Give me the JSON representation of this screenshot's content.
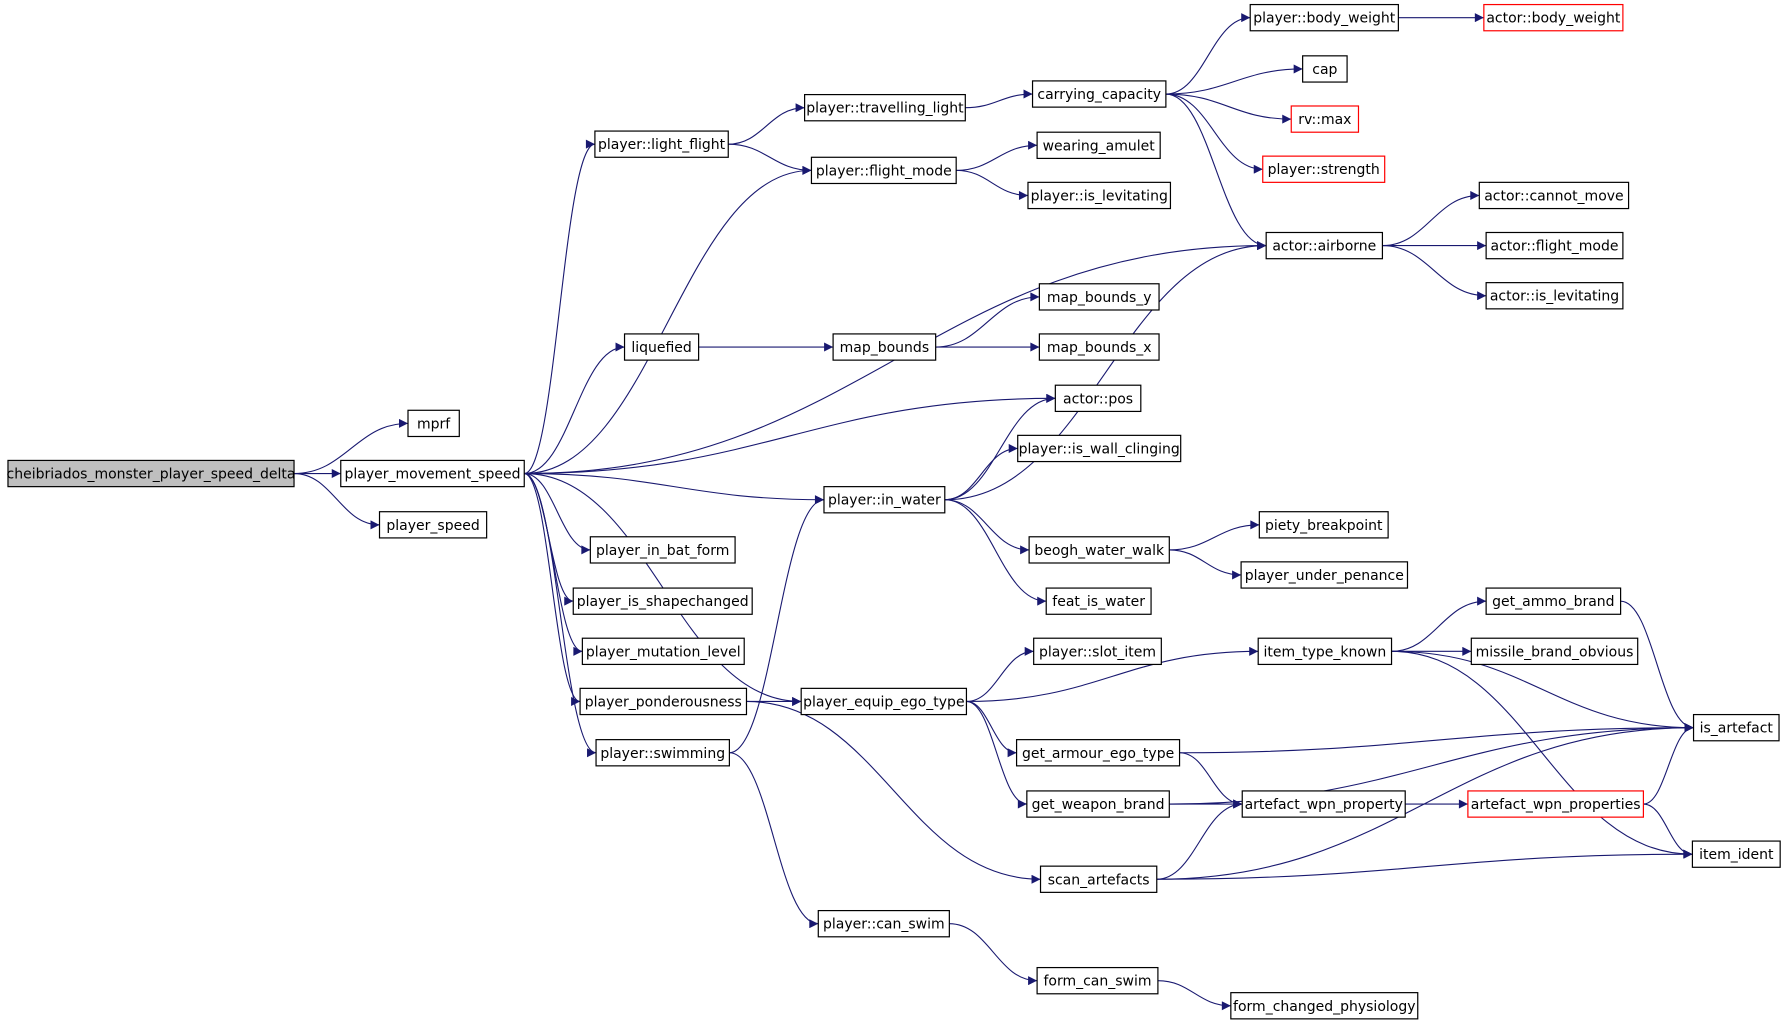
{
  "graph": {
    "edge_color": "#191970",
    "node_border": "#000000",
    "external_border": "#ff0000",
    "root_fill": "#bfbfbf",
    "nodes": [
      {
        "id": "root",
        "label": "cheibriados_monster_player_speed_delta",
        "kind": "root"
      },
      {
        "id": "mprf",
        "label": "mprf",
        "kind": "normal"
      },
      {
        "id": "pms",
        "label": "player_movement_speed",
        "kind": "normal"
      },
      {
        "id": "pspeed",
        "label": "player_speed",
        "kind": "normal"
      },
      {
        "id": "plf",
        "label": "player::light_flight",
        "kind": "normal"
      },
      {
        "id": "ptl",
        "label": "player::travelling_light",
        "kind": "normal"
      },
      {
        "id": "pfm",
        "label": "player::flight_mode",
        "kind": "normal"
      },
      {
        "id": "cc",
        "label": "carrying_capacity",
        "kind": "normal"
      },
      {
        "id": "pbw",
        "label": "player::body_weight",
        "kind": "normal"
      },
      {
        "id": "abw",
        "label": "actor::body_weight",
        "kind": "external"
      },
      {
        "id": "cap",
        "label": "cap",
        "kind": "normal"
      },
      {
        "id": "rvmax",
        "label": "rv::max",
        "kind": "external"
      },
      {
        "id": "pstr",
        "label": "player::strength",
        "kind": "external"
      },
      {
        "id": "wam",
        "label": "wearing_amulet",
        "kind": "normal"
      },
      {
        "id": "pil",
        "label": "player::is_levitating",
        "kind": "normal"
      },
      {
        "id": "aair",
        "label": "actor::airborne",
        "kind": "normal"
      },
      {
        "id": "acm",
        "label": "actor::cannot_move",
        "kind": "normal"
      },
      {
        "id": "afm",
        "label": "actor::flight_mode",
        "kind": "normal"
      },
      {
        "id": "ail",
        "label": "actor::is_levitating",
        "kind": "normal"
      },
      {
        "id": "liq",
        "label": "liquefied",
        "kind": "normal"
      },
      {
        "id": "mb",
        "label": "map_bounds",
        "kind": "normal"
      },
      {
        "id": "mby",
        "label": "map_bounds_y",
        "kind": "normal"
      },
      {
        "id": "mbx",
        "label": "map_bounds_x",
        "kind": "normal"
      },
      {
        "id": "apos",
        "label": "actor::pos",
        "kind": "normal"
      },
      {
        "id": "piwc",
        "label": "player::is_wall_clinging",
        "kind": "normal"
      },
      {
        "id": "piw",
        "label": "player::in_water",
        "kind": "normal"
      },
      {
        "id": "bww",
        "label": "beogh_water_walk",
        "kind": "normal"
      },
      {
        "id": "pbp",
        "label": "piety_breakpoint",
        "kind": "normal"
      },
      {
        "id": "pup",
        "label": "player_under_penance",
        "kind": "normal"
      },
      {
        "id": "fiw",
        "label": "feat_is_water",
        "kind": "normal"
      },
      {
        "id": "pibf",
        "label": "player_in_bat_form",
        "kind": "normal"
      },
      {
        "id": "pisc",
        "label": "player_is_shapechanged",
        "kind": "normal"
      },
      {
        "id": "pml",
        "label": "player_mutation_level",
        "kind": "normal"
      },
      {
        "id": "ppond",
        "label": "player_ponderousness",
        "kind": "normal"
      },
      {
        "id": "pswim",
        "label": "player::swimming",
        "kind": "normal"
      },
      {
        "id": "peet",
        "label": "player_equip_ego_type",
        "kind": "normal"
      },
      {
        "id": "psi",
        "label": "player::slot_item",
        "kind": "normal"
      },
      {
        "id": "itk",
        "label": "item_type_known",
        "kind": "normal"
      },
      {
        "id": "gab",
        "label": "get_ammo_brand",
        "kind": "normal"
      },
      {
        "id": "mbo",
        "label": "missile_brand_obvious",
        "kind": "normal"
      },
      {
        "id": "isart",
        "label": "is_artefact",
        "kind": "normal"
      },
      {
        "id": "gaet",
        "label": "get_armour_ego_type",
        "kind": "normal"
      },
      {
        "id": "gwb",
        "label": "get_weapon_brand",
        "kind": "normal"
      },
      {
        "id": "awpn",
        "label": "artefact_wpn_property",
        "kind": "normal"
      },
      {
        "id": "awps",
        "label": "artefact_wpn_properties",
        "kind": "external"
      },
      {
        "id": "iid",
        "label": "item_ident",
        "kind": "normal"
      },
      {
        "id": "sca",
        "label": "scan_artefacts",
        "kind": "normal"
      },
      {
        "id": "pcs",
        "label": "player::can_swim",
        "kind": "normal"
      },
      {
        "id": "fcs",
        "label": "form_can_swim",
        "kind": "normal"
      },
      {
        "id": "fcp",
        "label": "form_changed_physiology",
        "kind": "normal"
      }
    ],
    "edges": [
      [
        "root",
        "mprf"
      ],
      [
        "root",
        "pms"
      ],
      [
        "root",
        "pspeed"
      ],
      [
        "pms",
        "plf"
      ],
      [
        "pms",
        "pfm"
      ],
      [
        "pms",
        "aair"
      ],
      [
        "pms",
        "liq"
      ],
      [
        "pms",
        "apos"
      ],
      [
        "pms",
        "piw"
      ],
      [
        "pms",
        "pibf"
      ],
      [
        "pms",
        "pisc"
      ],
      [
        "pms",
        "pml"
      ],
      [
        "pms",
        "ppond"
      ],
      [
        "pms",
        "pswim"
      ],
      [
        "pms",
        "peet"
      ],
      [
        "plf",
        "ptl"
      ],
      [
        "plf",
        "pfm"
      ],
      [
        "ptl",
        "cc"
      ],
      [
        "cc",
        "pbw"
      ],
      [
        "cc",
        "cap"
      ],
      [
        "cc",
        "rvmax"
      ],
      [
        "cc",
        "pstr"
      ],
      [
        "cc",
        "aair"
      ],
      [
        "pbw",
        "abw"
      ],
      [
        "pfm",
        "wam"
      ],
      [
        "pfm",
        "pil"
      ],
      [
        "aair",
        "acm"
      ],
      [
        "aair",
        "afm"
      ],
      [
        "aair",
        "ail"
      ],
      [
        "liq",
        "mb"
      ],
      [
        "mb",
        "mby"
      ],
      [
        "mb",
        "mbx"
      ],
      [
        "piw",
        "apos"
      ],
      [
        "piw",
        "piwc"
      ],
      [
        "piw",
        "aair"
      ],
      [
        "piw",
        "bww"
      ],
      [
        "piw",
        "fiw"
      ],
      [
        "bww",
        "pbp"
      ],
      [
        "bww",
        "pup"
      ],
      [
        "ppond",
        "peet"
      ],
      [
        "ppond",
        "sca"
      ],
      [
        "pswim",
        "piw"
      ],
      [
        "pswim",
        "pcs"
      ],
      [
        "peet",
        "psi"
      ],
      [
        "peet",
        "itk"
      ],
      [
        "peet",
        "gaet"
      ],
      [
        "peet",
        "gwb"
      ],
      [
        "itk",
        "gab"
      ],
      [
        "itk",
        "mbo"
      ],
      [
        "itk",
        "isart"
      ],
      [
        "itk",
        "iid"
      ],
      [
        "gab",
        "isart"
      ],
      [
        "gaet",
        "isart"
      ],
      [
        "gaet",
        "awpn"
      ],
      [
        "gwb",
        "awpn"
      ],
      [
        "gwb",
        "isart"
      ],
      [
        "awpn",
        "awps"
      ],
      [
        "awps",
        "isart"
      ],
      [
        "awps",
        "iid"
      ],
      [
        "sca",
        "awpn"
      ],
      [
        "sca",
        "isart"
      ],
      [
        "sca",
        "iid"
      ],
      [
        "pcs",
        "fcs"
      ],
      [
        "fcs",
        "fcp"
      ]
    ]
  }
}
